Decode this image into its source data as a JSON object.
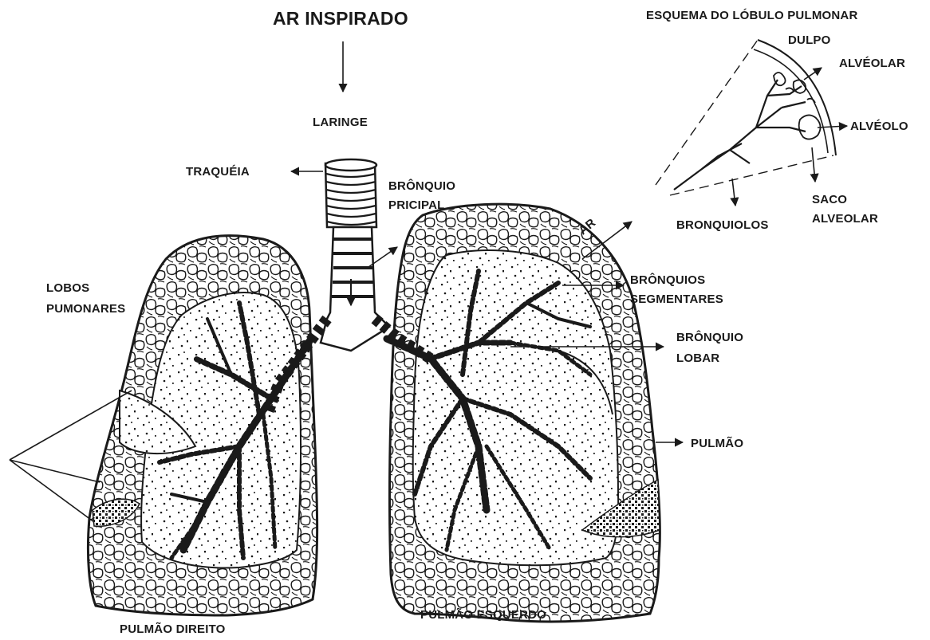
{
  "title": "AR INSPIRADO",
  "colors": {
    "ink": "#1a1a1a",
    "background": "#ffffff"
  },
  "labels": {
    "laringe": "LARINGE",
    "traqueia": "TRAQUÉIA",
    "bronquio_principal": [
      "BRÔNQUIO",
      "PRICIPAL"
    ],
    "lobos_pulmonares": [
      "LOBOS",
      "PUMONARES"
    ],
    "ar": "AR",
    "bronquios_segmentares": [
      "BRÔNQUIOS",
      "SEGMENTARES"
    ],
    "bronquio_lobar": [
      "BRÔNQUIO",
      "LOBAR"
    ],
    "pulmao": "PULMÃO",
    "pulmao_esquerdo": "PULMÃO ESQUERDO",
    "pulmao_direito": "PULMÃO DIREITO"
  },
  "inset": {
    "title": "ESQUEMA DO LÓBULO PULMONAR",
    "dulpo": "DULPO",
    "alveolar": "ALVÉOLAR",
    "alveolo": "ALVÉOLO",
    "saco_alveolar": [
      "SACO",
      "ALVEOLAR"
    ],
    "bronquiolos": "BRONQUIOLOS"
  }
}
